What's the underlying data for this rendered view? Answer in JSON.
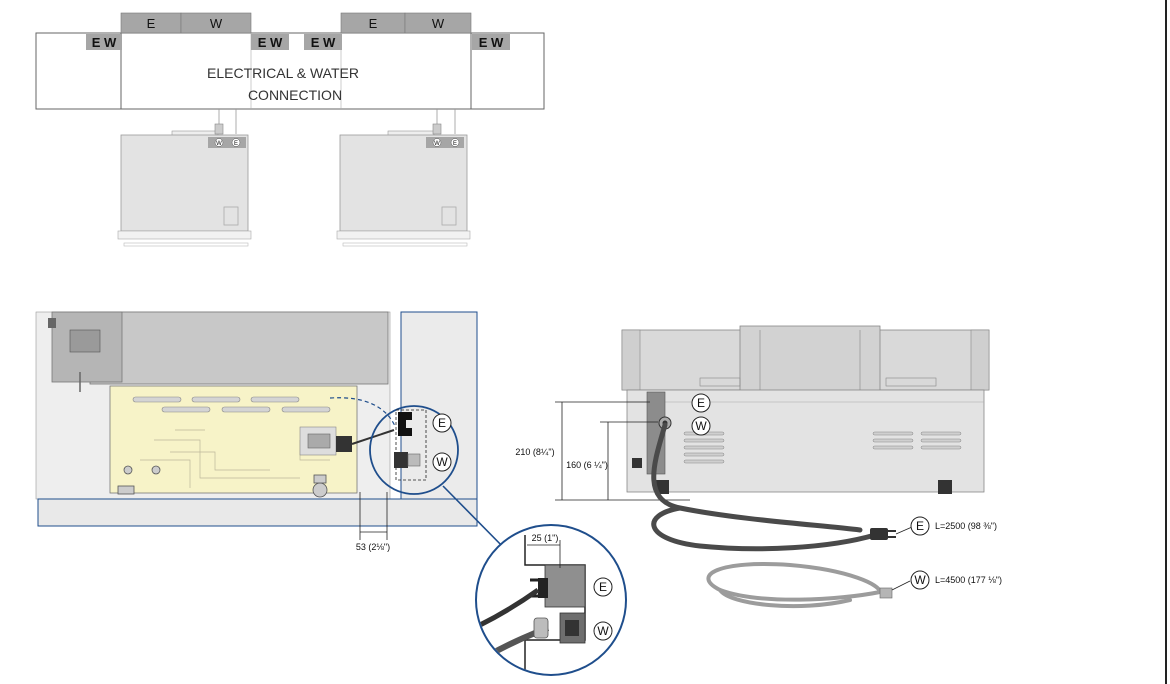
{
  "top": {
    "hookup_tag_e": "E",
    "hookup_tag_w": "W",
    "side_tag": "E W",
    "connection_label_line1": "ELECTRICAL & WATER",
    "connection_label_line2": "CONNECTION",
    "unit_tag_w": "W",
    "unit_tag_e": "E"
  },
  "detail": {
    "marker_e": "E",
    "marker_w": "W",
    "dim_53": "53 (2⅛\")",
    "dim_25": "25 (1\")"
  },
  "side": {
    "marker_e": "E",
    "marker_w": "W",
    "dim_210": "210 (8¼\")",
    "dim_160": "160 (6 ¼\")",
    "cable_e_length": "L=2500 (98 ⅜\")",
    "hose_w_length": "L=4500 (177 ⅛\")"
  },
  "colors": {
    "tag_gray": "#a6a6a6",
    "cabinet_yellow": "#f7f3c8",
    "callout_blue": "#1f4e8c",
    "unit_gray": "#e3e3e3",
    "cable_dark": "#4a4a4a",
    "hose_gray": "#9c9c9c"
  }
}
